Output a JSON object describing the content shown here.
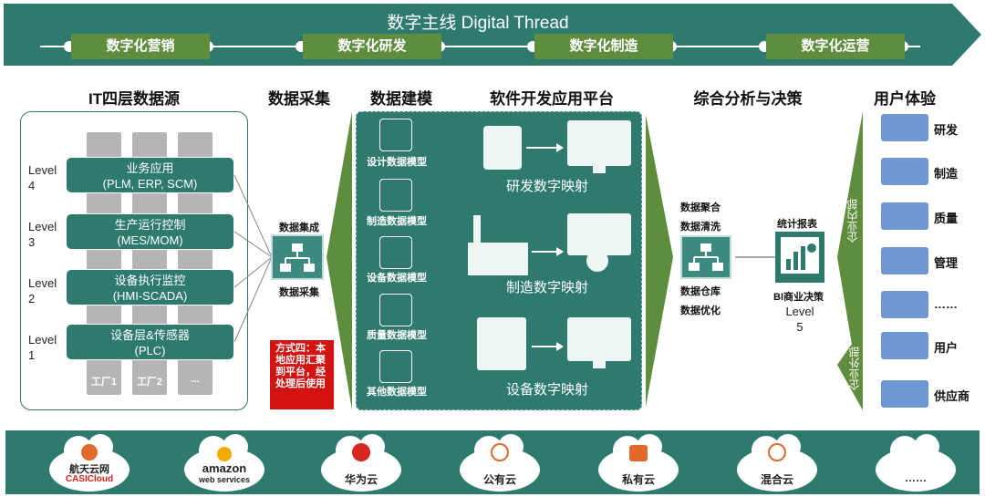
{
  "banner": {
    "title": "数字主线 Digital Thread",
    "pills": [
      "数字化营销",
      "数字化研发",
      "数字化制造",
      "数字化运营"
    ]
  },
  "headers": {
    "it_sources": "IT四层数据源",
    "collection": "数据采集",
    "modeling": "数据建模",
    "platform": "软件开发应用平台",
    "analysis": "综合分析与决策",
    "ux": "用户体验"
  },
  "levels": [
    {
      "label": "Level\n4",
      "name": "业务应用",
      "detail": "(PLM, ERP, SCM)"
    },
    {
      "label": "Level\n3",
      "name": "生产运行控制",
      "detail": "(MES/MOM)"
    },
    {
      "label": "Level\n2",
      "name": "设备执行监控",
      "detail": "(HMI-SCADA)"
    },
    {
      "label": "Level\n1",
      "name": "设备层&传感器",
      "detail": "(PLC)"
    }
  ],
  "factories": [
    "工厂1",
    "工厂2",
    "..."
  ],
  "collect": {
    "top": "数据集成",
    "bottom": "数据采集"
  },
  "red_note": "方式四：本地应用汇聚到平台，经处理后使用",
  "models": [
    "设计数据模型",
    "制造数据模型",
    "设备数据模型",
    "质量数据模型",
    "其他数据模型"
  ],
  "mappings": [
    "研发数字映射",
    "制造数字映射",
    "设备数字映射"
  ],
  "analysis": {
    "top1": "数据聚合",
    "top2": "数据清洗",
    "bottom1": "数据仓库",
    "bottom2": "数据优化",
    "report": "统计报表",
    "bi": "BI商业决策",
    "level": "Level",
    "level_num": "5"
  },
  "ux": {
    "internal": "企业内部",
    "external": "企业外部",
    "items": [
      "研发",
      "制造",
      "质量",
      "管理",
      "……",
      "用户",
      "供应商"
    ]
  },
  "clouds": [
    {
      "brand": "航天云网",
      "sub": "CASICloud"
    },
    {
      "brand": "amazon",
      "sub": "web services"
    },
    {
      "brand": "",
      "sub": "华为云"
    },
    {
      "brand": "",
      "sub": "公有云"
    },
    {
      "brand": "",
      "sub": "私有云"
    },
    {
      "brand": "",
      "sub": "混合云"
    },
    {
      "brand": "",
      "sub": "……"
    }
  ],
  "colors": {
    "teal": "#2e7a6f",
    "green": "#5f8d3e",
    "red": "#d31212",
    "user_blue": "#6f97d3"
  }
}
